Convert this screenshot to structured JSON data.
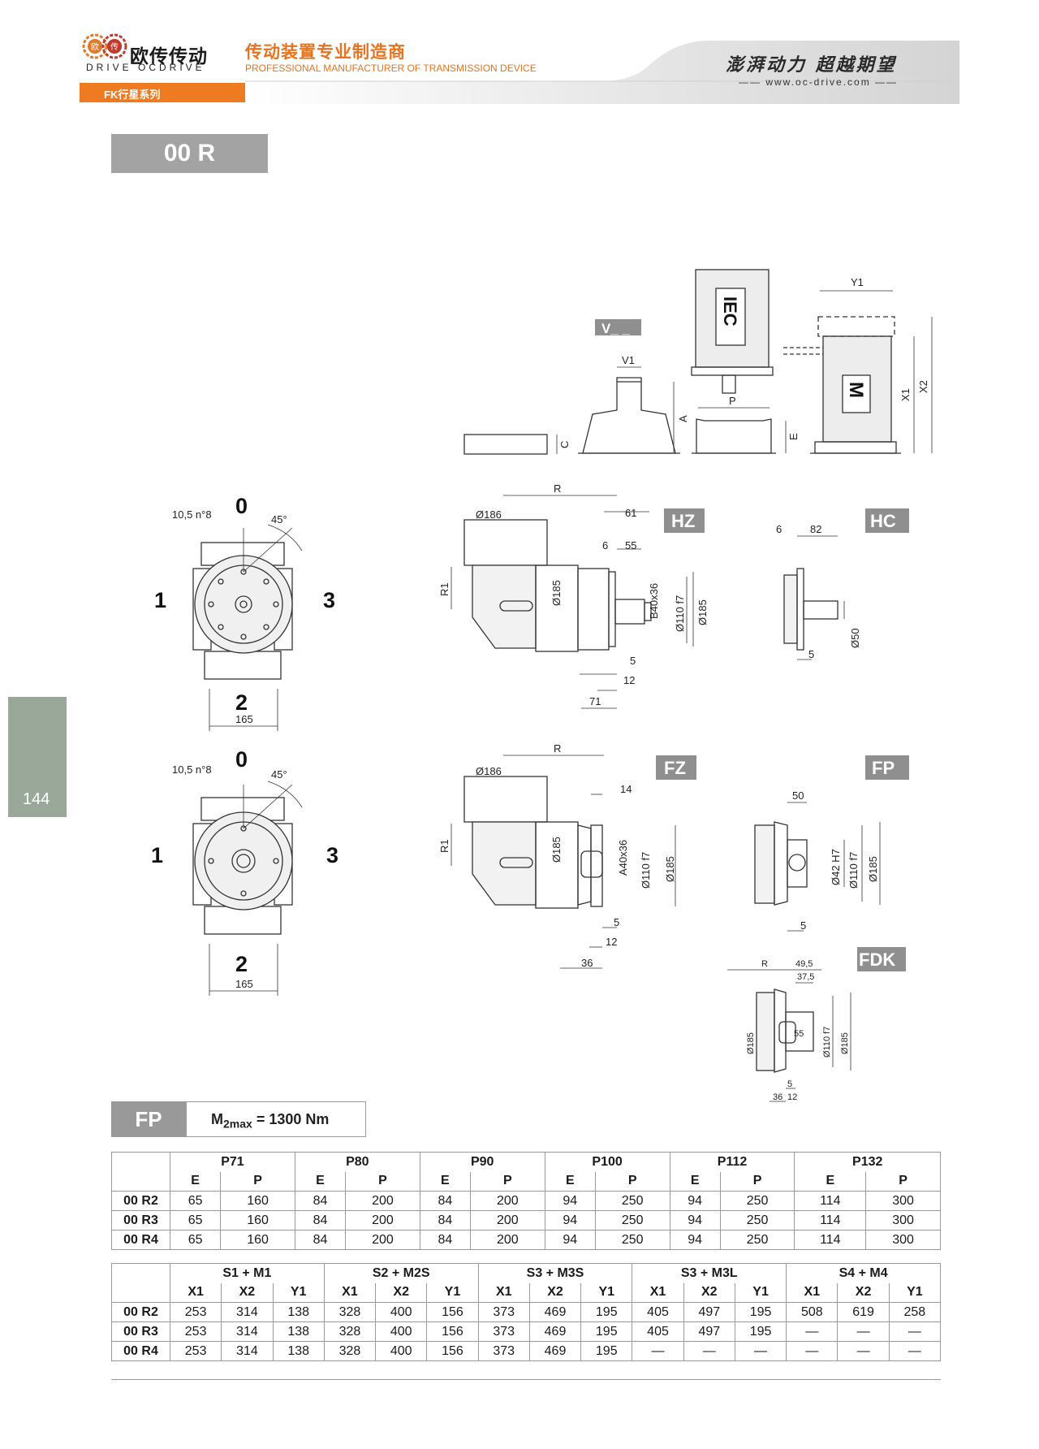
{
  "header": {
    "brand_cn": "欧传传动",
    "brand_en": "DRIVE OCDRIVE",
    "tagline_cn": "传动装置专业制造商",
    "tagline_en": "PROFESSIONAL MANUFACTURER OF TRANSMISSION DEVICE",
    "slogan": "澎湃动力 超越期望",
    "website": "www.oc-drive.com",
    "series_tab": "FK行星系列",
    "logo_left": "欧",
    "logo_right": "传",
    "accent_color": "#ee7a22"
  },
  "model": "00 R",
  "page_number": "144",
  "drawings": {
    "motor_view": {
      "badge_v": "V_ _",
      "label_iec": "IEC",
      "label_m": "M",
      "dim_v1": "V1",
      "dim_c": "C",
      "dim_a": "A",
      "dim_p": "P",
      "dim_e": "E",
      "dim_y1": "Y1",
      "dim_x1": "X1",
      "dim_x2": "X2"
    },
    "positions_top": {
      "bolt_note": "10,5 n°8",
      "angle": "45°",
      "pos0": "0",
      "pos1": "1",
      "pos2": "2",
      "pos3": "3",
      "width": "165"
    },
    "positions_bottom": {
      "bolt_note": "10,5 n°8",
      "angle": "45°",
      "pos0": "0",
      "pos1": "1",
      "pos2": "2",
      "pos3": "3",
      "width": "165"
    },
    "hz": {
      "badge": "HZ",
      "d186": "Ø186",
      "r": "R",
      "r1": "R1",
      "d61": "61",
      "d6": "6",
      "d55": "55",
      "d185a": "Ø185",
      "key": "B40x36",
      "d110": "Ø110 f7",
      "d185b": "Ø185",
      "d5": "5",
      "d12": "12",
      "d71": "71"
    },
    "hc": {
      "badge": "HC",
      "d6": "6",
      "d82": "82",
      "d50": "Ø50",
      "d5": "5"
    },
    "fz": {
      "badge": "FZ",
      "d186": "Ø186",
      "r": "R",
      "r1": "R1",
      "d14": "14",
      "d185a": "Ø185",
      "key": "A40x36",
      "d110": "Ø110 f7",
      "d185b": "Ø185",
      "d5": "5",
      "d12": "12",
      "d36": "36"
    },
    "fp": {
      "badge": "FP",
      "d50": "50",
      "d42": "Ø42 H7",
      "d110": "Ø110 f7",
      "d185": "Ø185",
      "d5": "5"
    },
    "fdk": {
      "badge": "FDK",
      "r": "R",
      "d495": "49,5",
      "d375": "37,5",
      "d185a": "Ø185",
      "d55": "55",
      "d110": "Ø110 f7",
      "d185b": "Ø185",
      "d5": "5",
      "d36": "36",
      "d12": "12"
    }
  },
  "fp_label": "FP",
  "torque": {
    "symbol": "M",
    "subscript": "2max",
    "value": "= 1300 Nm"
  },
  "table1": {
    "groups": [
      "P71",
      "P80",
      "P90",
      "P100",
      "P112",
      "P132"
    ],
    "subheaders": [
      "E",
      "P"
    ],
    "rows": [
      {
        "name": "00 R2",
        "values": [
          "65",
          "160",
          "84",
          "200",
          "84",
          "200",
          "94",
          "250",
          "94",
          "250",
          "114",
          "300"
        ]
      },
      {
        "name": "00 R3",
        "values": [
          "65",
          "160",
          "84",
          "200",
          "84",
          "200",
          "94",
          "250",
          "94",
          "250",
          "114",
          "300"
        ]
      },
      {
        "name": "00 R4",
        "values": [
          "65",
          "160",
          "84",
          "200",
          "84",
          "200",
          "94",
          "250",
          "94",
          "250",
          "114",
          "300"
        ]
      }
    ]
  },
  "table2": {
    "groups": [
      "S1 + M1",
      "S2 + M2S",
      "S3 + M3S",
      "S3 + M3L",
      "S4 + M4"
    ],
    "subheaders": [
      "X1",
      "X2",
      "Y1"
    ],
    "rows": [
      {
        "name": "00 R2",
        "values": [
          "253",
          "314",
          "138",
          "328",
          "400",
          "156",
          "373",
          "469",
          "195",
          "405",
          "497",
          "195",
          "508",
          "619",
          "258"
        ]
      },
      {
        "name": "00 R3",
        "values": [
          "253",
          "314",
          "138",
          "328",
          "400",
          "156",
          "373",
          "469",
          "195",
          "405",
          "497",
          "195",
          "—",
          "—",
          "—"
        ]
      },
      {
        "name": "00 R4",
        "values": [
          "253",
          "314",
          "138",
          "328",
          "400",
          "156",
          "373",
          "469",
          "195",
          "—",
          "—",
          "—",
          "—",
          "—",
          "—"
        ]
      }
    ]
  }
}
